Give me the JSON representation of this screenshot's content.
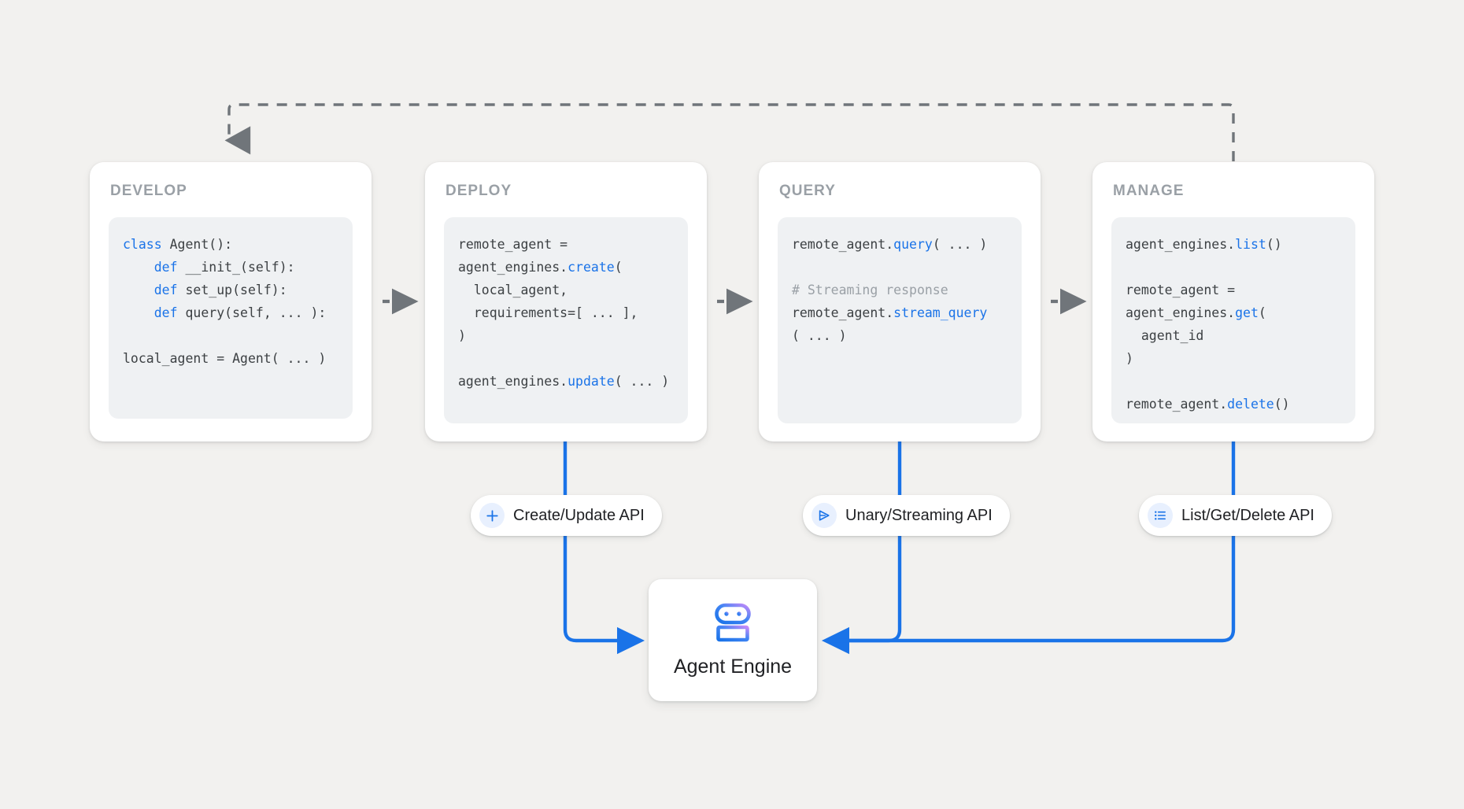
{
  "canvas": {
    "background": "#f2f1ef",
    "accent_blue": "#1a73e8",
    "arrow_gray": "#70757a"
  },
  "cards": [
    {
      "id": "develop",
      "title": "DEVELOP",
      "code_lines": [
        [
          {
            "t": "class",
            "c": "kw"
          },
          {
            "t": " Agent():",
            "c": ""
          }
        ],
        [
          {
            "t": "    ",
            "c": ""
          },
          {
            "t": "def",
            "c": "kw"
          },
          {
            "t": " __init_(self):",
            "c": ""
          }
        ],
        [
          {
            "t": "    ",
            "c": ""
          },
          {
            "t": "def",
            "c": "kw"
          },
          {
            "t": " set_up(self):",
            "c": ""
          }
        ],
        [
          {
            "t": "    ",
            "c": ""
          },
          {
            "t": "def",
            "c": "kw"
          },
          {
            "t": " query(self, ... ):",
            "c": ""
          }
        ],
        [
          {
            "t": "",
            "c": ""
          }
        ],
        [
          {
            "t": "local_agent = Agent( ... )",
            "c": ""
          }
        ]
      ]
    },
    {
      "id": "deploy",
      "title": "DEPLOY",
      "code_lines": [
        [
          {
            "t": "remote_agent =",
            "c": ""
          }
        ],
        [
          {
            "t": "agent_engines.",
            "c": ""
          },
          {
            "t": "create",
            "c": "fn"
          },
          {
            "t": "(",
            "c": ""
          }
        ],
        [
          {
            "t": "  local_agent,",
            "c": ""
          }
        ],
        [
          {
            "t": "  requirements=[ ... ],",
            "c": ""
          }
        ],
        [
          {
            "t": ")",
            "c": ""
          }
        ],
        [
          {
            "t": "",
            "c": ""
          }
        ],
        [
          {
            "t": "agent_engines.",
            "c": ""
          },
          {
            "t": "update",
            "c": "fn"
          },
          {
            "t": "( ... )",
            "c": ""
          }
        ]
      ]
    },
    {
      "id": "query",
      "title": "QUERY",
      "code_lines": [
        [
          {
            "t": "remote_agent.",
            "c": ""
          },
          {
            "t": "query",
            "c": "fn"
          },
          {
            "t": "( ... )",
            "c": ""
          }
        ],
        [
          {
            "t": "",
            "c": ""
          }
        ],
        [
          {
            "t": "# Streaming response",
            "c": "cmt"
          }
        ],
        [
          {
            "t": "remote_agent.",
            "c": ""
          },
          {
            "t": "stream_query",
            "c": "fn"
          }
        ],
        [
          {
            "t": "( ... )",
            "c": ""
          }
        ]
      ]
    },
    {
      "id": "manage",
      "title": "MANAGE",
      "code_lines": [
        [
          {
            "t": "agent_engines.",
            "c": ""
          },
          {
            "t": "list",
            "c": "fn"
          },
          {
            "t": "()",
            "c": ""
          }
        ],
        [
          {
            "t": "",
            "c": ""
          }
        ],
        [
          {
            "t": "remote_agent =",
            "c": ""
          }
        ],
        [
          {
            "t": "agent_engines.",
            "c": ""
          },
          {
            "t": "get",
            "c": "fn"
          },
          {
            "t": "(",
            "c": ""
          }
        ],
        [
          {
            "t": "  agent_id",
            "c": ""
          }
        ],
        [
          {
            "t": ")",
            "c": ""
          }
        ],
        [
          {
            "t": "",
            "c": ""
          }
        ],
        [
          {
            "t": "remote_agent.",
            "c": ""
          },
          {
            "t": "delete",
            "c": "fn"
          },
          {
            "t": "()",
            "c": ""
          }
        ]
      ]
    }
  ],
  "pills": [
    {
      "id": "create",
      "label": "Create/Update API",
      "icon": "plus-icon"
    },
    {
      "id": "unary",
      "label": "Unary/Streaming API",
      "icon": "send-triangle-icon"
    },
    {
      "id": "list",
      "label": "List/Get/Delete API",
      "icon": "list-icon"
    }
  ],
  "agent_engine": {
    "label": "Agent Engine",
    "icon": "robot-icon"
  },
  "connectors": {
    "feedback_label": "",
    "flow_arrows": 3,
    "feedback_from": "manage",
    "feedback_to": "develop"
  }
}
